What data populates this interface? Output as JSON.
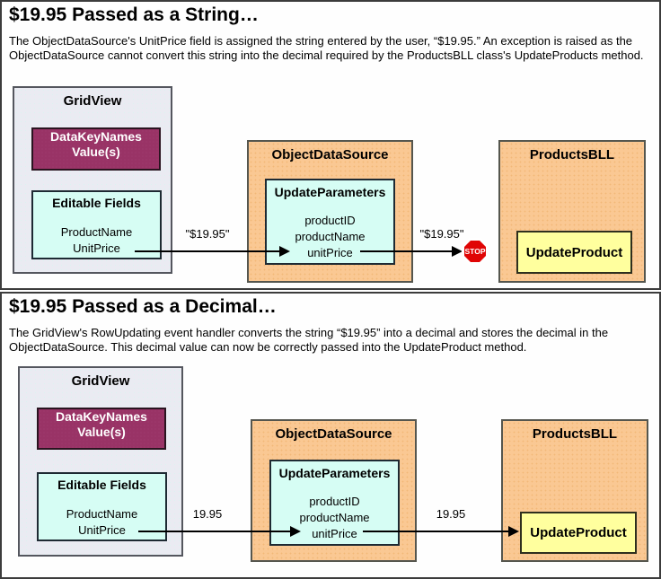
{
  "colors": {
    "panel_border": "#3c3c3c",
    "gridview_fill": "#eaebf2",
    "orange_fill": "#fac893",
    "cyan_fill": "#d6fdf4",
    "magenta_fill": "#993366",
    "yellow_fill": "#ffff9e",
    "stop_red": "#e00505",
    "arrow_black": "#000000"
  },
  "panels": [
    {
      "title": "$19.95 Passed as a String…",
      "description": "The ObjectDataSource's UnitPrice field is assigned the string entered by the user, “$19.95.” An exception is raised as the ObjectDataSource cannot convert this string into the decimal required by the ProductsBLL class's UpdateProducts method.",
      "gridview": {
        "title": "GridView",
        "datakey": {
          "line1": "DataKeyNames",
          "line2": "Value(s)"
        },
        "editable": {
          "title": "Editable Fields",
          "fields": [
            "ProductName",
            "UnitPrice"
          ]
        }
      },
      "ods": {
        "title": "ObjectDataSource",
        "params": {
          "title": "UpdateParameters",
          "items": [
            "productID",
            "productName",
            "unitPrice"
          ]
        }
      },
      "bll": {
        "title": "ProductsBLL",
        "method": "UpdateProduct"
      },
      "arrows": {
        "label1": "\"$19.95\"",
        "label2": "\"$19.95\""
      },
      "stop_label": "STOP"
    },
    {
      "title": "$19.95 Passed as a Decimal…",
      "description": "The GridView's RowUpdating event handler converts the string “$19.95” into a decimal and stores the decimal in the ObjectDataSource. This decimal value can now be correctly passed into the UpdateProduct method.",
      "gridview": {
        "title": "GridView",
        "datakey": {
          "line1": "DataKeyNames",
          "line2": "Value(s)"
        },
        "editable": {
          "title": "Editable Fields",
          "fields": [
            "ProductName",
            "UnitPrice"
          ]
        }
      },
      "ods": {
        "title": "ObjectDataSource",
        "params": {
          "title": "UpdateParameters",
          "items": [
            "productID",
            "productName",
            "unitPrice"
          ]
        }
      },
      "bll": {
        "title": "ProductsBLL",
        "method": "UpdateProduct"
      },
      "arrows": {
        "label1": "19.95",
        "label2": "19.95"
      }
    }
  ]
}
